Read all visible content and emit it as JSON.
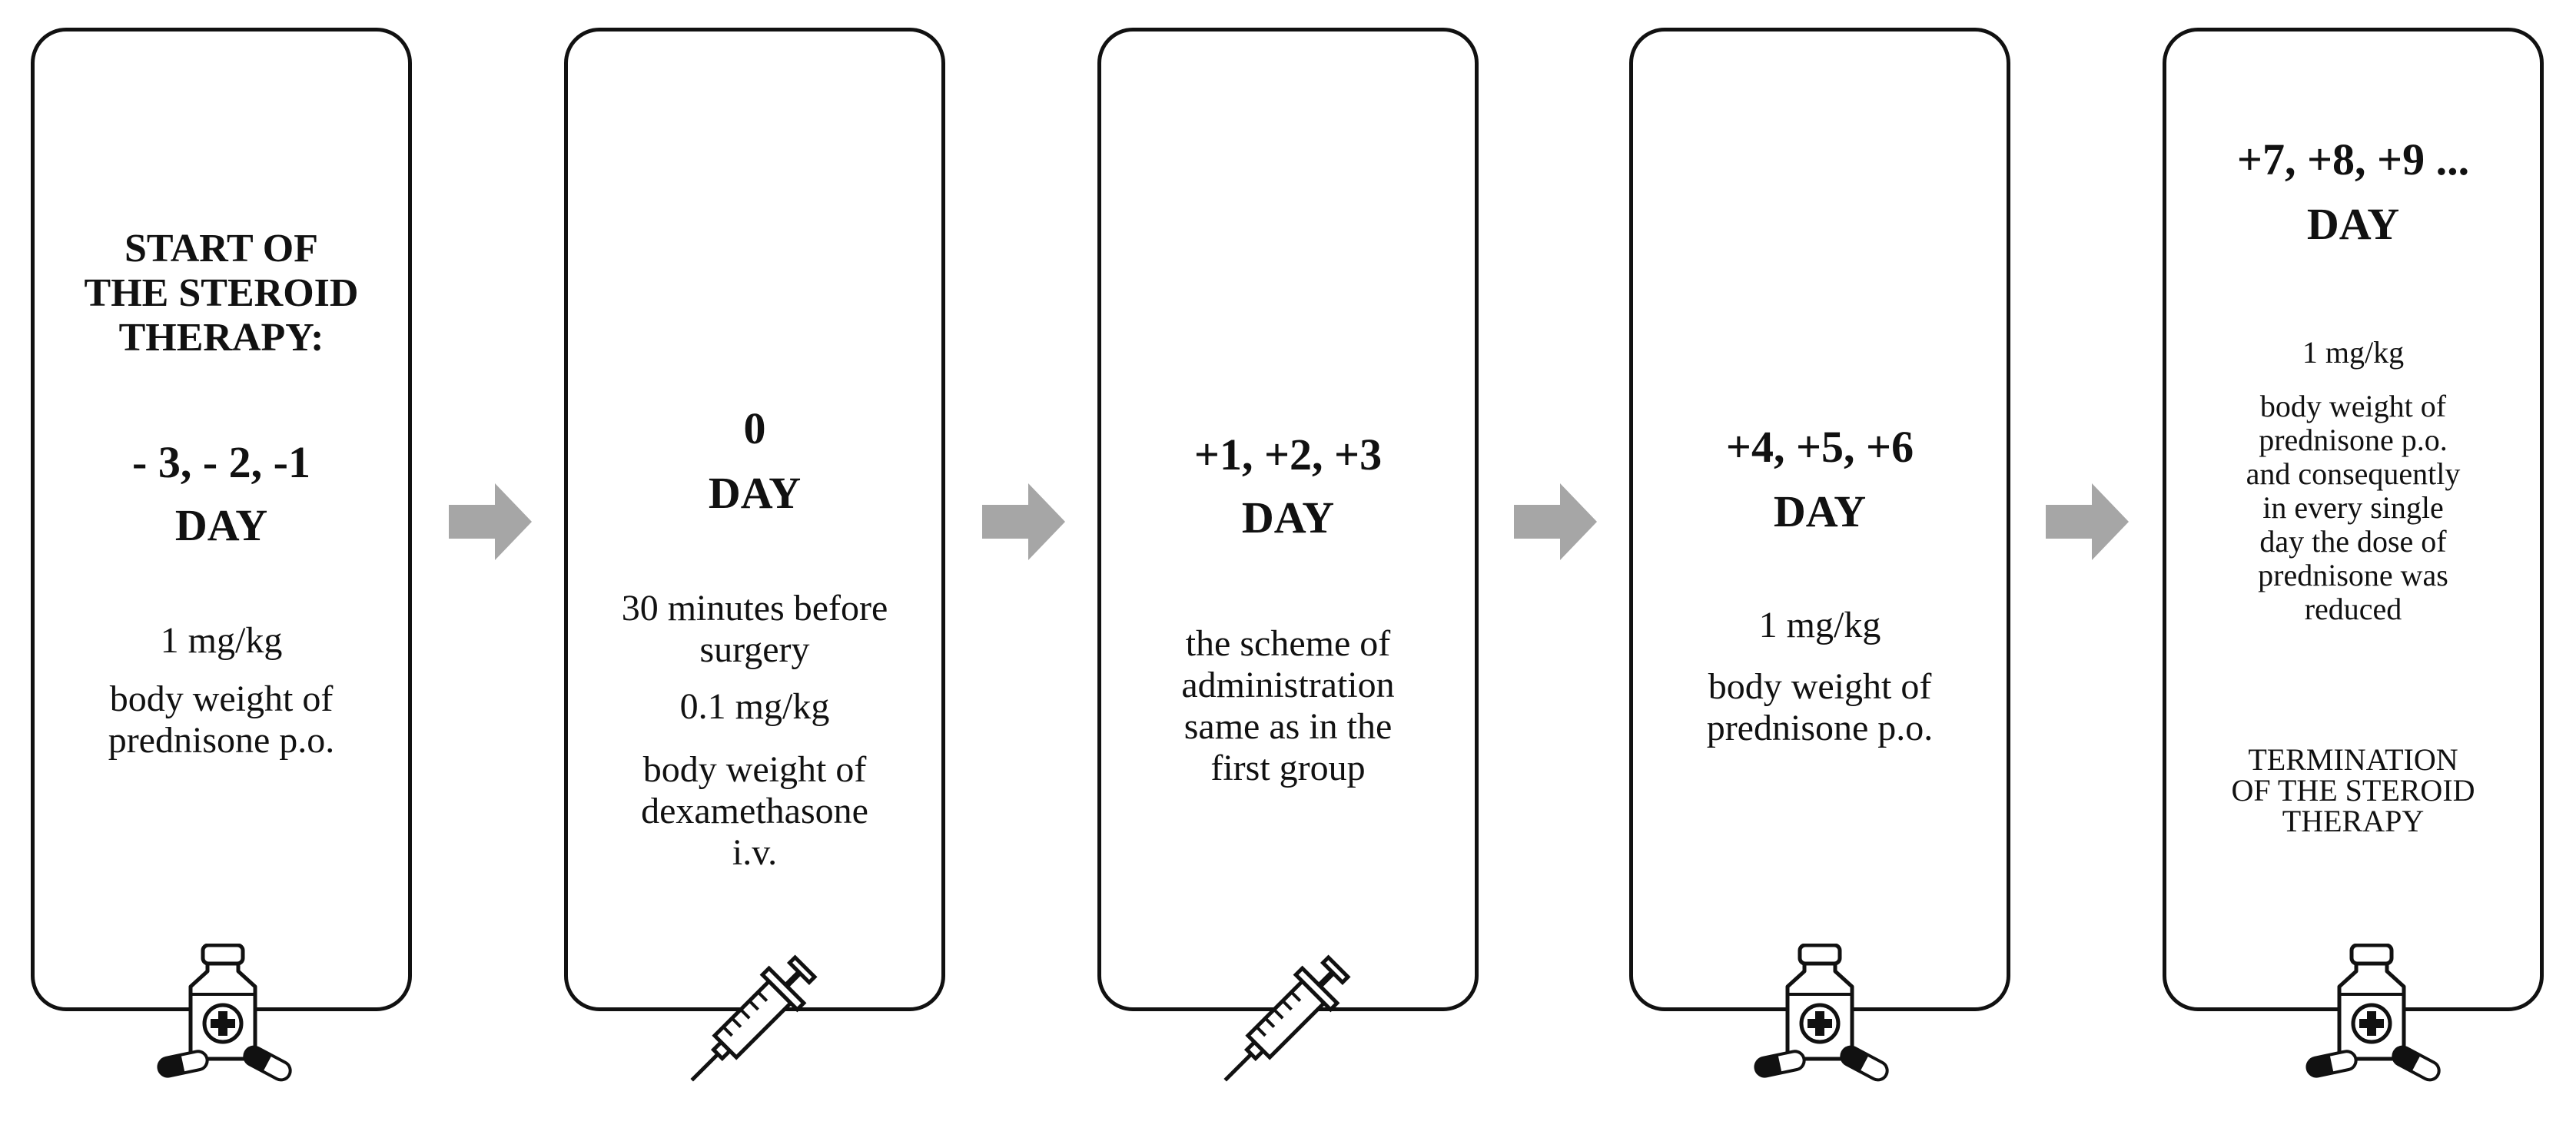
{
  "steps": [
    {
      "heading": "START OF\nTHE STEROID\nTHERAPY:",
      "day_numbers": "- 3, - 2, -1",
      "day_label": "DAY",
      "dose": "1 mg/kg",
      "description": "body weight of\nprednisone p.o.",
      "icon": "medicine-bottle-icon"
    },
    {
      "day_numbers": "0",
      "day_label": "DAY",
      "timing": "30 minutes before\nsurgery",
      "dose": "0.1 mg/kg",
      "description": "body weight of\ndexamethasone\ni.v.",
      "icon": "syringe-icon"
    },
    {
      "day_numbers": "+1, +2, +3",
      "day_label": "DAY",
      "description": "the scheme of\nadministration\nsame as in the\nfirst group",
      "icon": "syringe-icon"
    },
    {
      "day_numbers": "+4, +5, +6",
      "day_label": "DAY",
      "dose": "1 mg/kg",
      "description": "body weight of\nprednisone p.o.",
      "icon": "medicine-bottle-icon"
    },
    {
      "day_numbers": "+7, +8, +9 ...",
      "day_label": "DAY",
      "dose": "1 mg/kg",
      "description": "body weight of\nprednisone p.o.\nand consequently\nin every single\nday the dose of\nprednisone was\nreduced",
      "footer": "TERMINATION\nOF THE STEROID\nTHERAPY",
      "icon": "medicine-bottle-icon"
    }
  ],
  "colors": {
    "border": "#111111",
    "arrow": "#a6a6a6"
  }
}
